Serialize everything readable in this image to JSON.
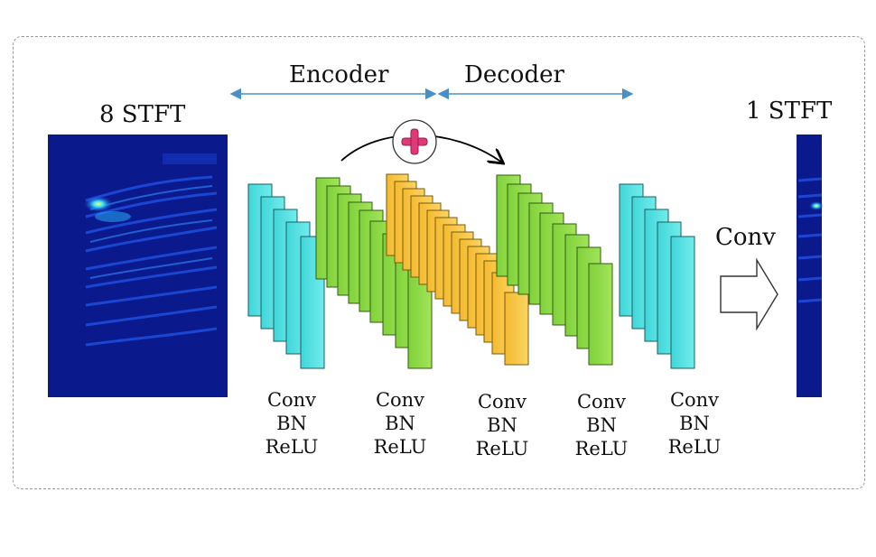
{
  "labels": {
    "input": "8 STFT",
    "output": "1 STFT",
    "encoder": "Encoder",
    "decoder": "Decoder",
    "final_conv": "Conv"
  },
  "blocks": [
    {
      "line1": "Conv",
      "line2": "BN",
      "line3": "ReLU"
    },
    {
      "line1": "Conv",
      "line2": "BN",
      "line3": "ReLU"
    },
    {
      "line1": "Conv",
      "line2": "BN",
      "line3": "ReLU"
    },
    {
      "line1": "Conv",
      "line2": "BN",
      "line3": "ReLU"
    },
    {
      "line1": "Conv",
      "line2": "BN",
      "line3": "ReLU"
    }
  ],
  "colors": {
    "cyan": "#5ee6e6",
    "green": "#8fdc3f",
    "yellow": "#f7c744",
    "arrow_blue": "#4a90c8",
    "skip_plus": "#e0397a",
    "spectrogram_bg": "#0a1a8c"
  },
  "icons": [
    "plus-icon",
    "right-arrow-icon"
  ]
}
